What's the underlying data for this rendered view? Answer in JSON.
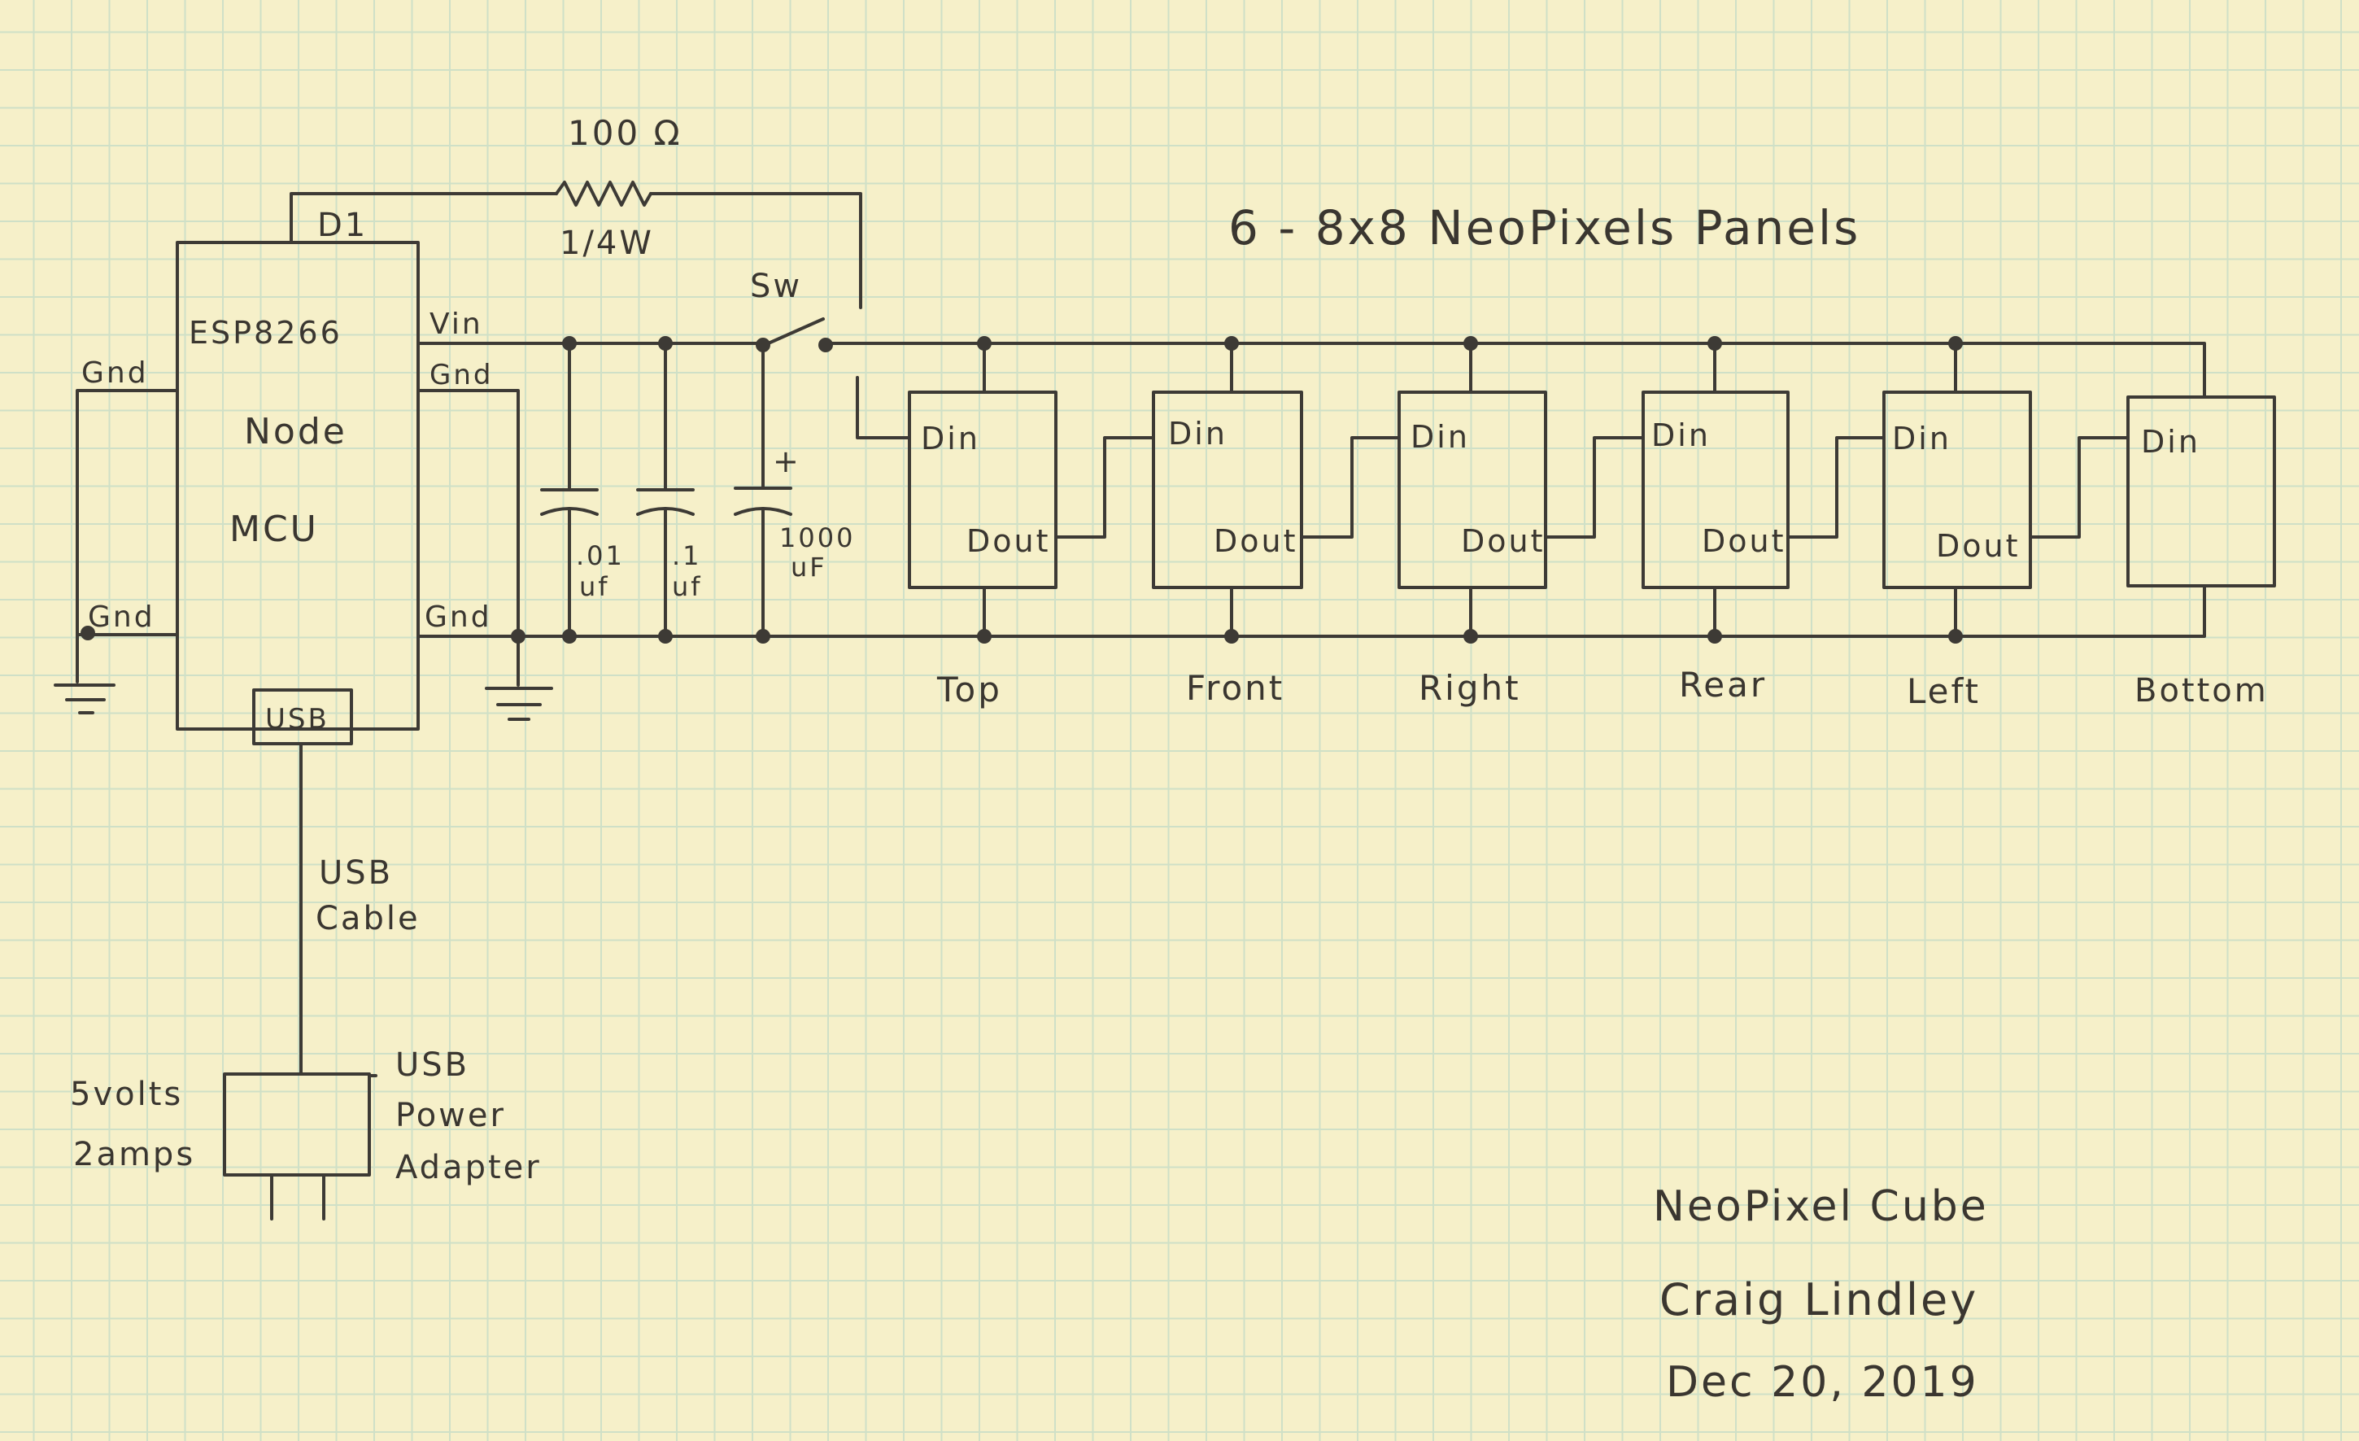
{
  "title": "6 - 8x8 NeoPixels Panels",
  "mcu": {
    "line1": "ESP8266",
    "line2": "Node",
    "line3": "MCU",
    "pin_d1": "D1",
    "pin_vin": "Vin",
    "pin_gnd_left_top": "Gnd",
    "pin_gnd_left_bottom": "Gnd",
    "pin_gnd_right_top": "Gnd",
    "pin_gnd_right_bottom": "Gnd",
    "usb_port": "USB"
  },
  "resistor": {
    "value": "100 Ω",
    "rating": "1/4W"
  },
  "switch_label": "Sw",
  "capacitors": [
    {
      "line1": ".01",
      "line2": "uf"
    },
    {
      "line1": ".1",
      "line2": "uf"
    },
    {
      "line1": "1000",
      "line2": "uF",
      "polarity": "+"
    }
  ],
  "usb_cable": {
    "line1": "USB",
    "line2": "Cable"
  },
  "power_adapter": {
    "line1": "USB",
    "line2": "Power",
    "line3": "Adapter",
    "spec1": "5volts",
    "spec2": "2amps"
  },
  "panels": [
    {
      "name": "Top",
      "din": "Din",
      "dout": "Dout"
    },
    {
      "name": "Front",
      "din": "Din",
      "dout": "Dout"
    },
    {
      "name": "Right",
      "din": "Din",
      "dout": "Dout"
    },
    {
      "name": "Rear",
      "din": "Din",
      "dout": "Dout"
    },
    {
      "name": "Left",
      "din": "Din",
      "dout": "Dout"
    },
    {
      "name": "Bottom",
      "din": "Din"
    }
  ],
  "signature": {
    "project": "NeoPixel Cube",
    "author": "Craig Lindley",
    "date": "Dec 20, 2019"
  },
  "colors": {
    "paper": "#f6f0c9",
    "grid": "#cfe0c7",
    "ink": "#3d3a35"
  }
}
